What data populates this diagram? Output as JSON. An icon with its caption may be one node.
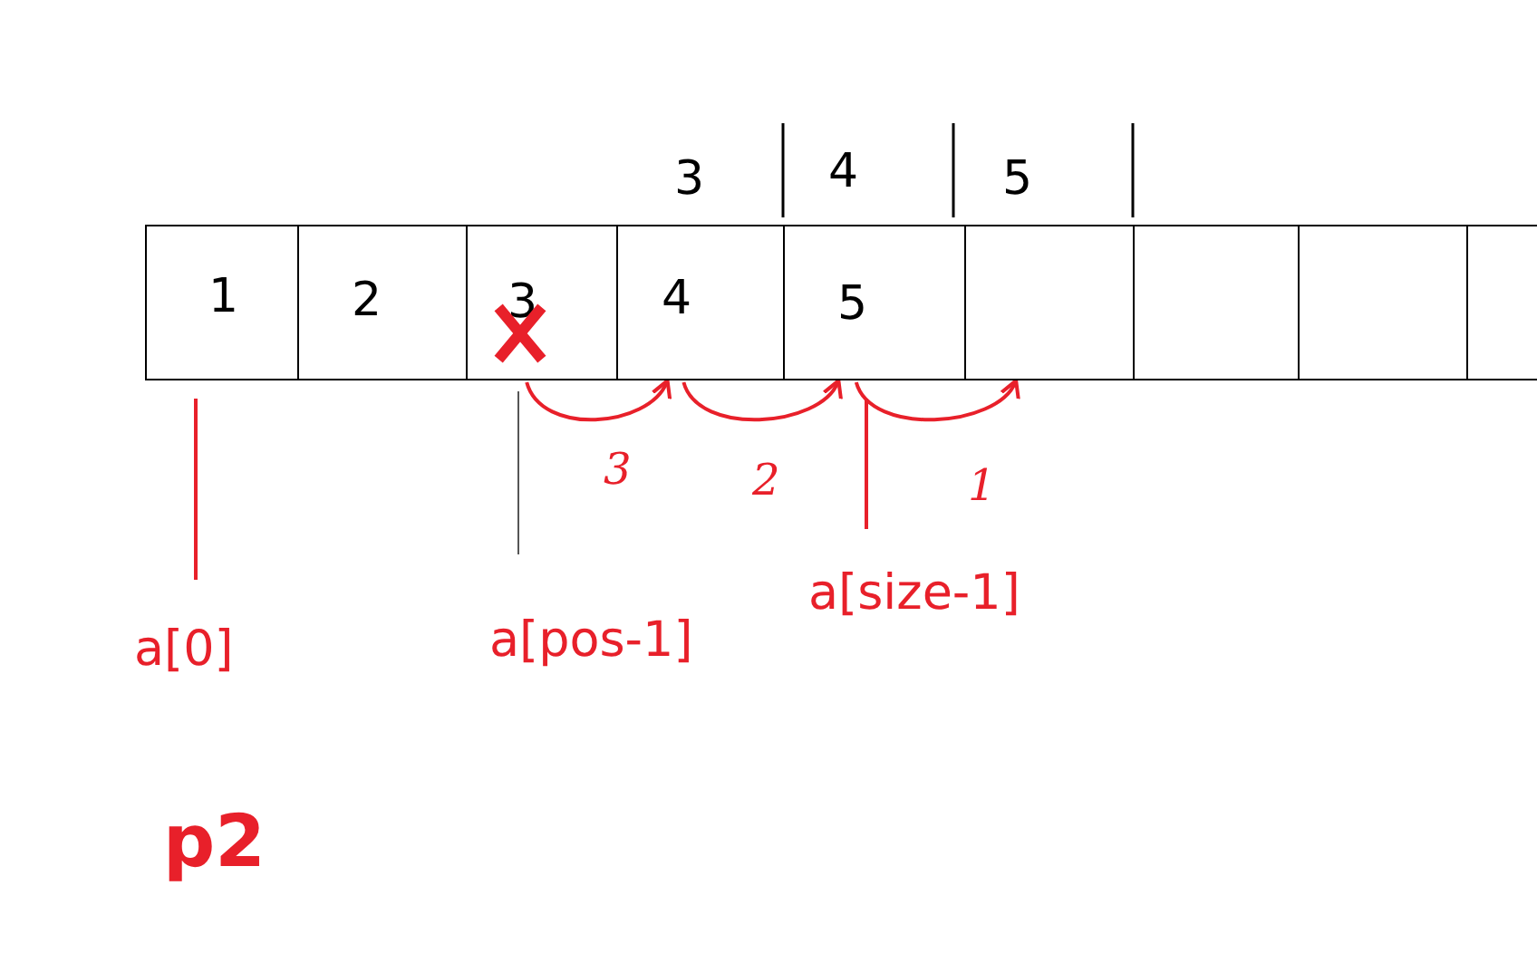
{
  "diagram": {
    "nodes": [
      {
        "text": [
          "1"
        ]
      },
      {
        "text": [
          "2"
        ]
      },
      {
        "text": [
          "3"
        ]
      },
      {
        "text": [
          "4"
        ]
      },
      {
        "text": [
          "5"
        ]
      },
      {
        "text": [],
        "shape": "box"
      },
      {
        "text": [],
        "shape": "box"
      },
      {
        "text": [],
        "shape": "box"
      },
      {
        "text": [],
        "shape": "box"
      },
      {
        "text": [
          "a[0]"
        ]
      },
      {
        "text": [
          "a[pos-1]"
        ]
      },
      {
        "text": [
          "a[size-1]"
        ]
      }
    ],
    "edges": [
      {
        "from": 2,
        "to": 3,
        "arrow": "to",
        "label": "3"
      },
      {
        "from": 3,
        "to": 4,
        "arrow": "to",
        "label": "2"
      },
      {
        "from": 4,
        "to": 5,
        "arrow": "to",
        "label": "1"
      },
      {
        "from": 9,
        "to": 0,
        "arrow": "none"
      },
      {
        "from": 10,
        "to": 2,
        "arrow": "none",
        "color": "#555555"
      },
      {
        "from": 11,
        "to": 4,
        "arrow": "none"
      }
    ],
    "labels": [
      "3",
      "4",
      "5",
      "p2"
    ]
  }
}
